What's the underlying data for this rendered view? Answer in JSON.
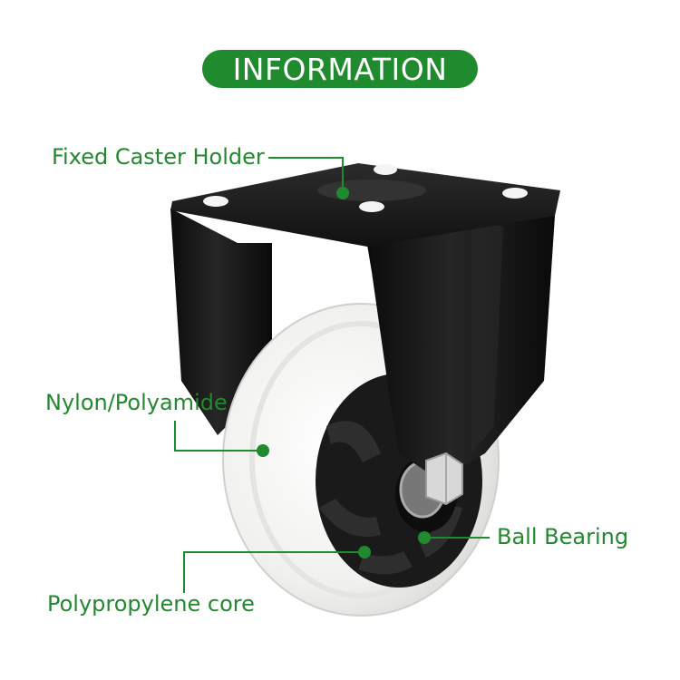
{
  "header": {
    "title": "INFORMATION"
  },
  "callouts": {
    "fixed_caster_holder": "Fixed Caster Holder",
    "nylon_polyamide": "Nylon/Polyamide",
    "ball_bearing": "Ball Bearing",
    "polypropylene_core": "Polypropylene core"
  },
  "colors": {
    "accent_green": "#1f8a2e",
    "label_green": "#23882f",
    "bracket_black": "#141414",
    "wheel_white": "#f2f2f0",
    "hub_black": "#1a1a1a"
  }
}
